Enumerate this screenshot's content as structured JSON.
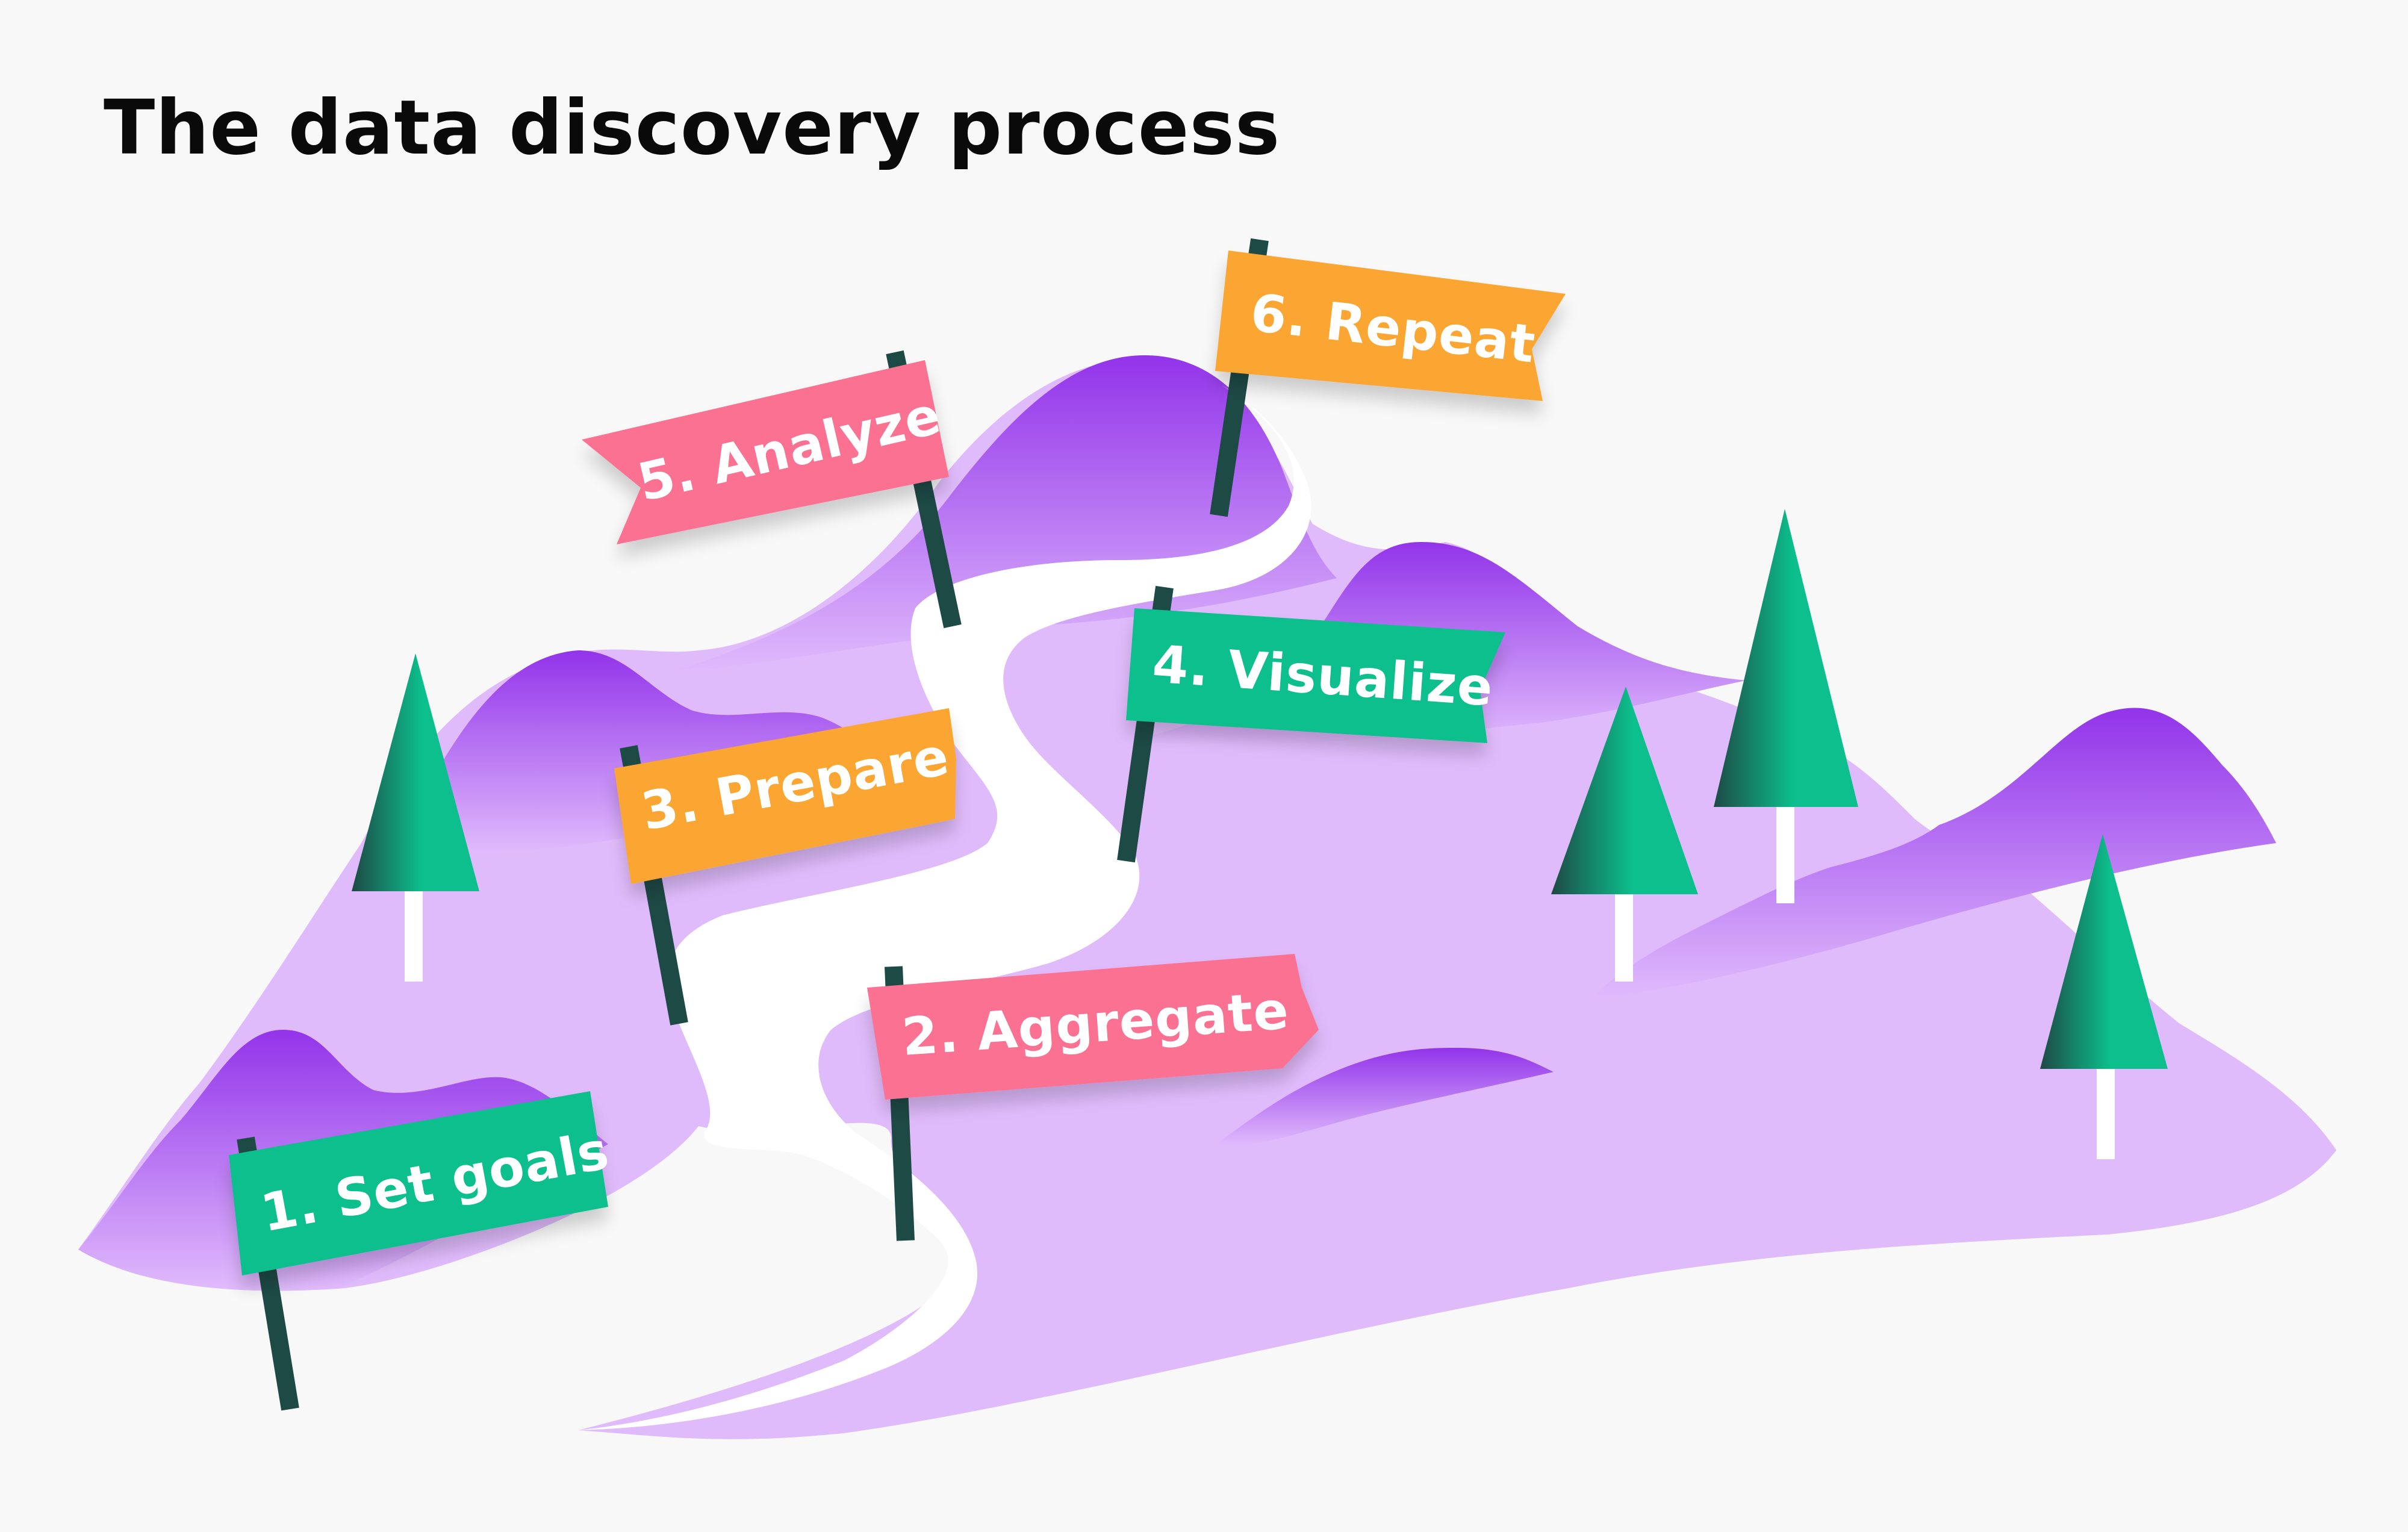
{
  "title": "The data discovery process",
  "steps": [
    {
      "label": "1. Set goals",
      "color": "#0cbf8c"
    },
    {
      "label": "2. Aggregate",
      "color": "#fb7192"
    },
    {
      "label": "3. Prepare",
      "color": "#fba630"
    },
    {
      "label": "4. Visualize",
      "color": "#0cbf8c"
    },
    {
      "label": "5. Analyze",
      "color": "#fb7192"
    },
    {
      "label": "6. Repeat",
      "color": "#fba630"
    }
  ],
  "colors": {
    "background": "#f8f8f8",
    "mountain_light": "#e0bbfc",
    "mountain_dark": "#9234ea",
    "trail": "#ffffff",
    "pole": "#1e4a46",
    "tree_light": "#0cbf8c",
    "tree_dark": "#1e4a46"
  }
}
